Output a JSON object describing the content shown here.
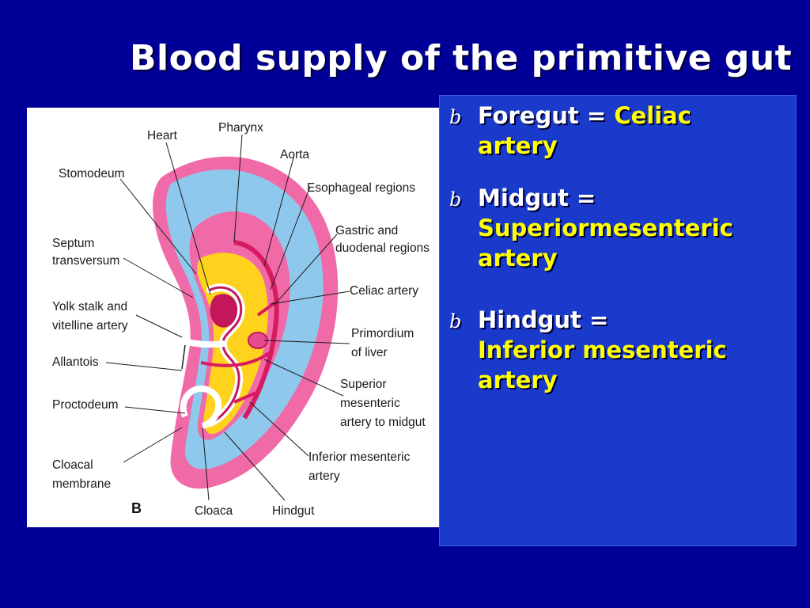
{
  "title": "Blood supply of the primitive gut",
  "colors": {
    "background": "#000099",
    "panel": "#1a3acc",
    "heading_text": "#ffffff",
    "highlight_text": "#ffff00"
  },
  "figure": {
    "panel_letter": "B",
    "labels": {
      "heart": "Heart",
      "pharynx": "Pharynx",
      "aorta": "Aorta",
      "stomodeum": "Stomodeum",
      "esophageal": "Esophageal regions",
      "gastric_1": "Gastric and",
      "gastric_2": "duodenal regions",
      "septum_1": "Septum",
      "septum_2": "transversum",
      "celiac": "Celiac artery",
      "yolk_1": "Yolk stalk and",
      "yolk_2": "vitelline artery",
      "liver_1": "Primordium",
      "liver_2": "of liver",
      "allantois": "Allantois",
      "sma_1": "Superior",
      "sma_2": "mesenteric",
      "sma_3": "artery to midgut",
      "proctodeum": "Proctodeum",
      "ima_1": "Inferior mesenteric",
      "ima_2": "artery",
      "cloacal_1": "Cloacal",
      "cloacal_2": "membrane",
      "cloaca": "Cloaca",
      "hindgut": "Hindgut"
    }
  },
  "bullets": [
    {
      "marker": "b",
      "label": "Foregut =",
      "artery_line1": "Celiac",
      "artery_line2": "artery"
    },
    {
      "marker": "b",
      "label": "Midgut =",
      "artery_line1": "Superiormesenteric",
      "artery_line2": "artery"
    },
    {
      "marker": "b",
      "label": "Hindgut =",
      "artery_line1": "Inferior mesenteric",
      "artery_line2": "artery"
    }
  ]
}
